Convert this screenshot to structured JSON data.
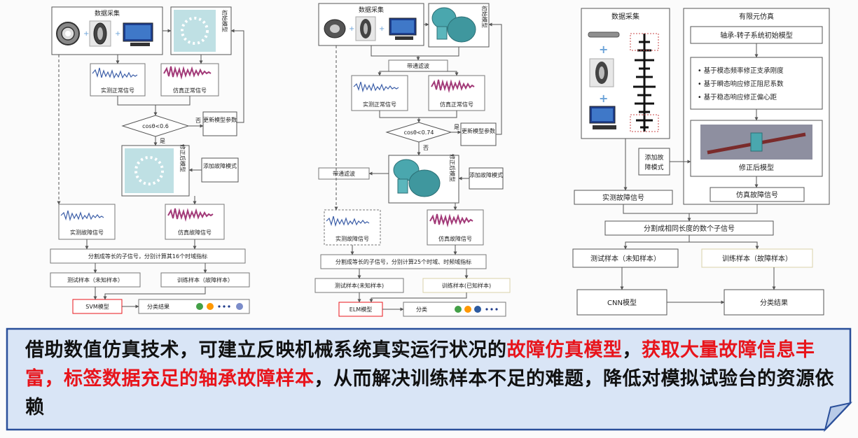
{
  "diagram1": {
    "data_collection": "数据采集",
    "init_model": "初始模型",
    "measured_normal": "实测正常信号",
    "sim_normal": "仿真正常信号",
    "condition": "cosθ<0.6",
    "no": "否",
    "yes": "是",
    "update_params": "更新模型参数",
    "corrected_model": "修正后模型",
    "add_fault": "添加故障模式",
    "measured_fault": "实测故障信号",
    "sim_fault": "仿真故障信号",
    "split": "分割成等长的子信号，分别计算其16个时域指标",
    "test_samples": "测试样本（未知样本）",
    "train_samples": "训练样本（故障样本）",
    "classifier": "SVM模型",
    "result": "分类结果"
  },
  "diagram2": {
    "data_collection": "数据采集",
    "init_model": "初始模型",
    "bandpass": "带通滤波",
    "measured_normal": "实测正常信号",
    "sim_normal": "仿真正常信号",
    "condition": "cosθ<0.74",
    "yes": "是",
    "no": "否",
    "update_params": "更新模型参数",
    "corrected_model": "修正后模型",
    "add_fault": "添加故障模式",
    "bandpass2": "带通滤波",
    "measured_fault": "实测故障信号",
    "sim_fault": "仿真故障信号",
    "split": "分割成等长的子信号，分别计算25个时域、时频域指标",
    "test_samples": "测试样本(未知样本)",
    "train_samples": "训练样本(已知样本)",
    "classifier": "ELM模型",
    "result": "分类"
  },
  "diagram3": {
    "data_collection": "数据采集",
    "fem": "有限元仿真",
    "init_model": "轴承-转子系统初始模型",
    "bullets": [
      "• 基于模态频率修正支承刚度",
      "• 基于瞬态响应修正阻尼系数",
      "• 基于稳态响应修正偏心距"
    ],
    "add_fault": [
      "添加故",
      "障模式"
    ],
    "corrected_model": "修正后模型",
    "measured_fault": "实测故障信号",
    "sim_fault": "仿真故障信号",
    "split": "分割成相同长度的数个子信号",
    "test_samples": "测试样本（未知样本）",
    "train_samples": "训练样本（故障样本）",
    "classifier": "CNN模型",
    "result": "分类结果"
  },
  "note": {
    "part1": "借助数值仿真技术，可建立反映机械系统真实运行状况的",
    "part2": "故障仿真模型",
    "part3": "，",
    "part4": "获取大量故障信息丰富，标签数据充足的轴承故障样本",
    "part5": "，从而解决训练样本不足的难题，降低对模拟试验台的资源依赖"
  },
  "colors": {
    "measured_wave": "#3d5fa8",
    "sim_wave": "#a23a78",
    "red": "#e8141b",
    "note_fill": "#d9e5f6",
    "note_border": "#2a4f9a",
    "model_teal": "#4aa7ae",
    "dots": [
      "#43a047",
      "#ff9800",
      "#1e3a8a",
      "#1e3a8a",
      "#1e3a8a",
      "#7b8cc9"
    ]
  },
  "icons": [
    "bearing-icon",
    "computer-icon",
    "wheel-icon",
    "gear-model-icon",
    "rotor-icon"
  ]
}
